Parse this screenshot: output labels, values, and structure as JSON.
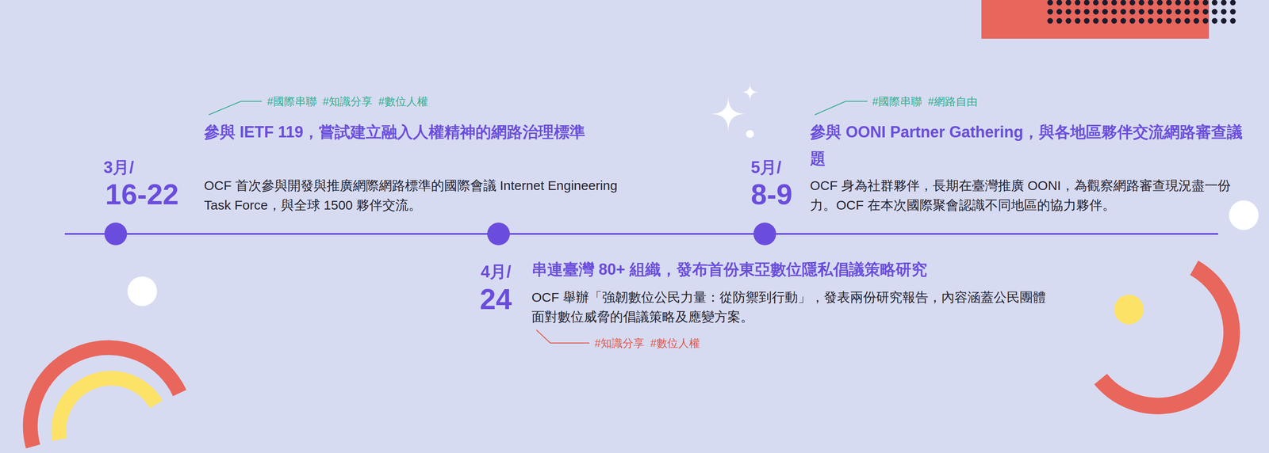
{
  "diagram": {
    "labels": [
      "#國際串聯",
      "#知識分享",
      "#數位人權",
      "參與 IETF 119，嘗試建立融入人權精神的網路治理標準",
      "3月/",
      "16-22",
      "OCF 首次參與開發與推廣網際網路標準的國際會議 Internet Engineering Task Force，與全球 1500 夥伴交流。",
      "#國際串聯",
      "#網路自由",
      "參與 OONI Partner Gathering，與各地區夥伴交流網路審查議題",
      "5月/",
      "8-9",
      "OCF 身為社群夥伴，長期在臺灣推廣 OONI，為觀察網路審查現況盡一份力。OCF 在本次國際聚會認識不同地區的協力夥伴。",
      "4月/",
      "24",
      "串連臺灣 80+ 組織，發布首份東亞數位隱私倡議策略研究",
      "OCF 舉辦「強韌數位公民力量：從防禦到行動」，發表兩份研究報告，內容涵蓋公民團體面對數位威脅的倡議策略及應變方案。",
      "#知識分享",
      "#數位人權"
    ]
  }
}
